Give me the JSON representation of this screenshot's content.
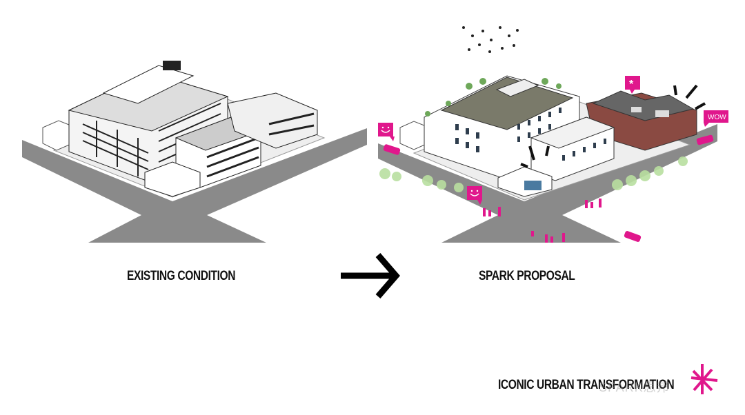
{
  "labels": {
    "existing": "EXISTING CONDITION",
    "proposal": "SPARK PROPOSAL",
    "footer": "ICONIC URBAN TRANSFORMATION"
  },
  "bubbles": {
    "wow": "WOW",
    "star": "*"
  },
  "watermark": "SPARK思邦",
  "colors": {
    "accent": "#e0178c",
    "road": "#8a8a8a",
    "ink": "#111111",
    "tree": "#b9dfa0",
    "roof_green": "#7a7a6a",
    "brick": "#8a4a42"
  }
}
